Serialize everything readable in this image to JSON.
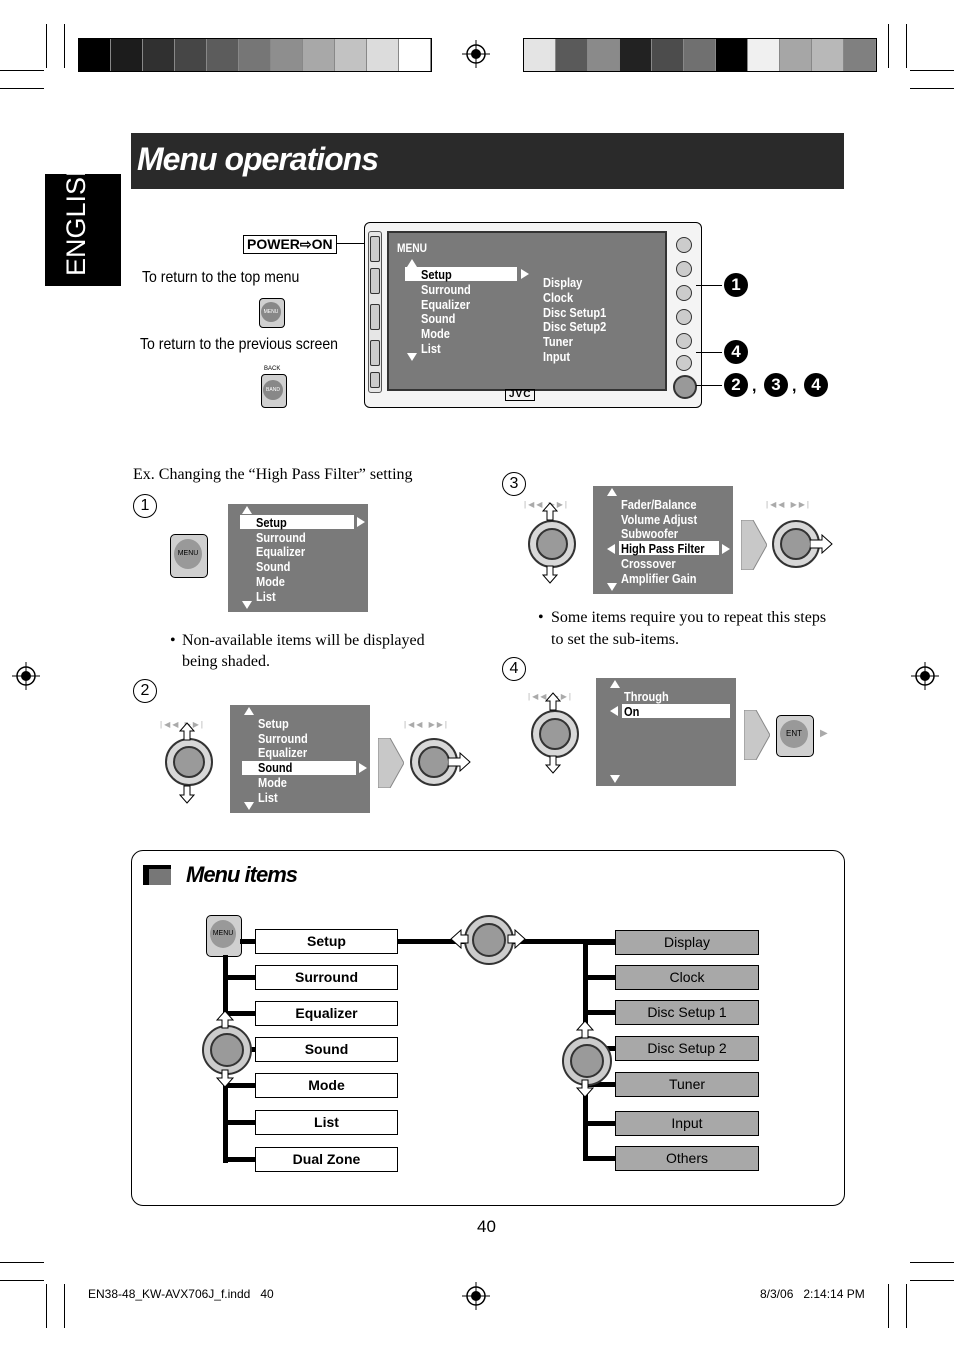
{
  "header": {
    "title": "Menu operations",
    "side_tab": "ENGLISH",
    "color_bars_left": [
      "#000000",
      "#1c1c1c",
      "#303030",
      "#464646",
      "#5c5c5c",
      "#767676",
      "#8e8e8e",
      "#a8a8a8",
      "#c2c2c2",
      "#dcdcdc",
      "#ffffff"
    ],
    "color_bars_right": [
      "#e4e4e4",
      "#5a5a5a",
      "#8a8a8a",
      "#222222",
      "#4c4c4c",
      "#707070",
      "#000000",
      "#f0f0f0",
      "#a6a6a6",
      "#b8b8b8",
      "#808080"
    ]
  },
  "intro": {
    "power_label": "POWER",
    "power_on": "ON",
    "return_top": "To return to the top menu",
    "return_prev": "To return to the  previous screen",
    "menu_btn": "MENU",
    "back_label": "BACK",
    "band_btn": "BAND"
  },
  "device": {
    "screen_title": "MENU",
    "left_items": [
      "Setup",
      "Surround",
      "Equalizer",
      "Sound",
      "Mode",
      "List"
    ],
    "right_items": [
      "Display",
      "Clock",
      "Disc Setup1",
      "Disc Setup2",
      "Tuner",
      "Input"
    ],
    "brand": "JVC",
    "callout_1": "1",
    "callout_4": "4",
    "callout_combo": [
      "2",
      "3",
      "4"
    ]
  },
  "example": {
    "caption": "Ex. Changing the “High Pass Filter” setting",
    "step1_num": "1",
    "step1_items": [
      "Setup",
      "Surround",
      "Equalizer",
      "Sound",
      "Mode",
      "List"
    ],
    "step1_note": "Non-available items will be displayed being shaded.",
    "step2_num": "2",
    "step2_items": [
      "Setup",
      "Surround",
      "Equalizer",
      "Sound",
      "Mode",
      "List"
    ],
    "step3_num": "3",
    "step3_items": [
      "Fader/Balance",
      "Volume Adjust",
      "Subwoofer",
      "High Pass Filter",
      "Crossover",
      "Amplifier Gain"
    ],
    "step3_note": "Some items require you to repeat this steps to set the sub-items.",
    "step4_num": "4",
    "step4_items": [
      "Through",
      "On"
    ],
    "ent_btn": "ENT",
    "menu_btn": "MENU"
  },
  "menu_items": {
    "heading": "Menu items",
    "menu_btn": "MENU",
    "left": [
      "Setup",
      "Surround",
      "Equalizer",
      "Sound",
      "Mode",
      "List",
      "Dual Zone"
    ],
    "right": [
      "Display",
      "Clock",
      "Disc Setup 1",
      "Disc Setup 2",
      "Tuner",
      "Input",
      "Others"
    ]
  },
  "footer": {
    "page_number": "40",
    "file": "EN38-48_KW-AVX706J_f.indd   40",
    "datetime": "8/3/06   2:14:14 PM"
  }
}
